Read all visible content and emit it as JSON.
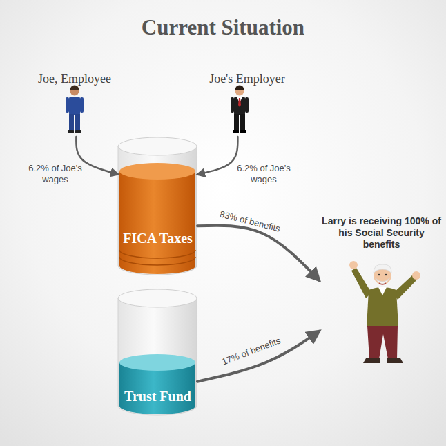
{
  "diagram": {
    "title": "Current Situation",
    "nodes": [
      {
        "text": [
          "Joe, Employee"
        ]
      },
      {
        "text": [
          "Joe's Employer"
        ]
      },
      {
        "text": [
          "FICA Taxes"
        ]
      },
      {
        "text": [
          "Trust Fund"
        ]
      },
      {
        "text": [
          "Larry is receiving 100% of his Social Security benefits"
        ]
      }
    ],
    "edges": [
      {
        "from": 0,
        "to": 2,
        "label": "6.2% of Joe's wages",
        "arrow": "to"
      },
      {
        "from": 1,
        "to": 2,
        "label": "6.2% of Joe's wages",
        "arrow": "to"
      },
      {
        "from": 2,
        "to": 4,
        "label": "83% of benefits",
        "arrow": "to"
      },
      {
        "from": 3,
        "to": 4,
        "label": "17% of benefits",
        "arrow": "to"
      }
    ]
  }
}
